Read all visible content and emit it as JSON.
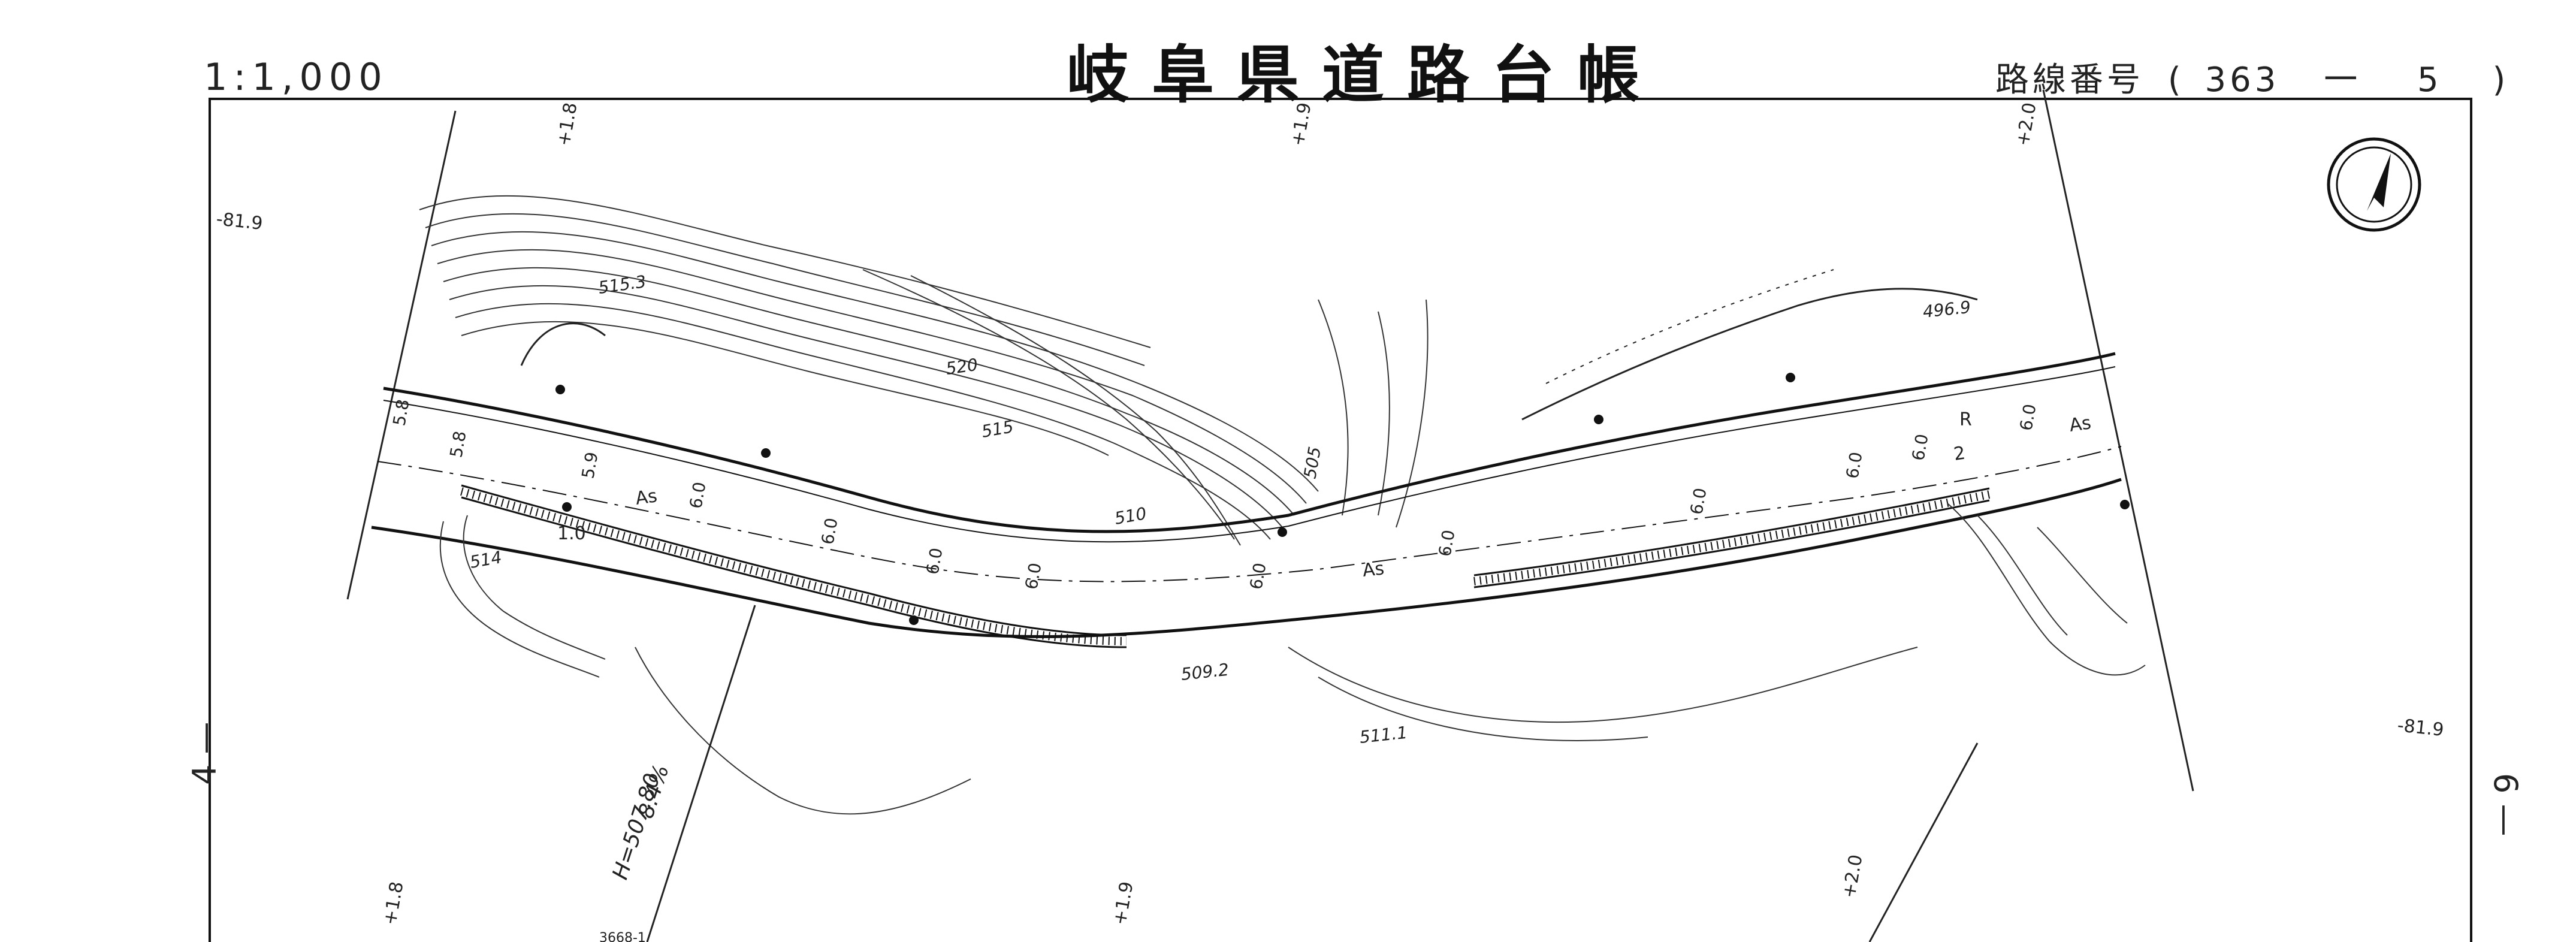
{
  "header": {
    "scale": "1:1,000",
    "title": "岐阜県道路台帳",
    "route_label": "路線番号",
    "route_open": "(",
    "route_number": "363",
    "route_dash": "一",
    "route_sheet": "5",
    "route_close": ")"
  },
  "margins": {
    "left_sheet": "4",
    "left_dash": "—",
    "right_sheet": "6",
    "right_dash": "—"
  },
  "map": {
    "north_arrow": "north-arrow-icon",
    "offset_labels": [
      "-81.9",
      "+1.8",
      "+1.9",
      "+2.0",
      "+1.8",
      "+1.9",
      "+2.0",
      "-81.9"
    ],
    "contour_labels": [
      "515.3",
      "520",
      "515",
      "510",
      "505",
      "514",
      "509.2",
      "511.1",
      "496.9"
    ],
    "width_labels": [
      "5.8",
      "5.8",
      "5.9",
      "6.0",
      "6.0",
      "6.0",
      "6.0",
      "6.0",
      "6.0",
      "6.0",
      "6.0",
      "6.0",
      "6.0"
    ],
    "surface_labels": [
      "As",
      "As",
      "As"
    ],
    "misc_labels": [
      "1.0",
      "2",
      "R"
    ],
    "gradient_height": "H=507.80",
    "gradient_percent": "8.4%",
    "lot_number": "3668-1"
  }
}
